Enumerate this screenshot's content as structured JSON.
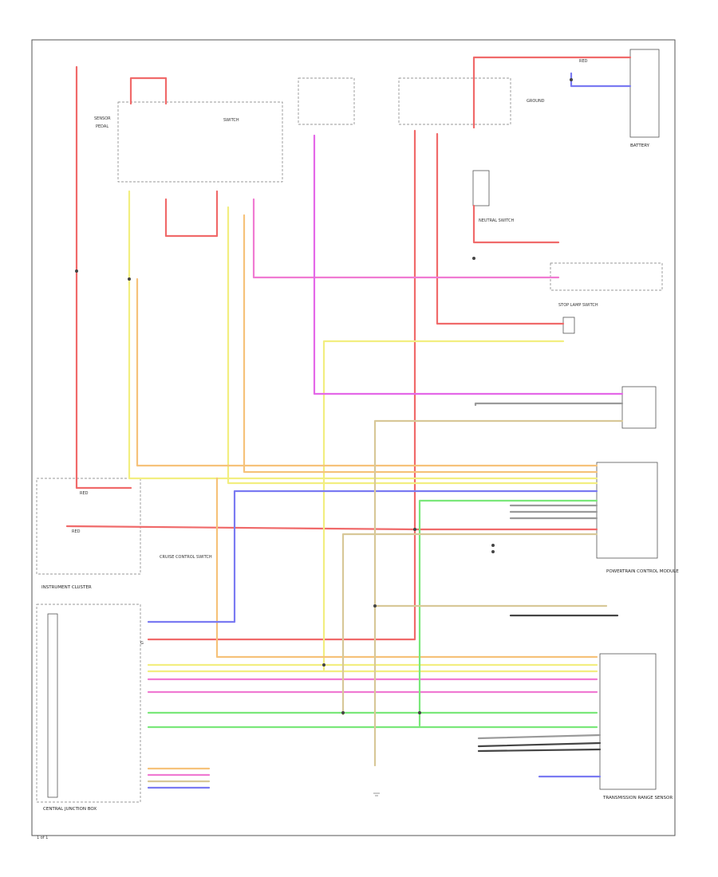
{
  "wire_colors": {
    "red": "#f06a6a",
    "red_light": "#f4a0a0",
    "yellow": "#f2ee80",
    "orange": "#f6c27a",
    "pink": "#f07ad2",
    "magenta": "#e468e8",
    "blue": "#7a7af2",
    "green": "#7ae87a",
    "tan": "#d8c898",
    "gray": "#9a9a9a",
    "dark": "#444444",
    "frame": "#555555"
  },
  "labels": {
    "red_wire": "RED",
    "sensor": "SENSOR",
    "switch": "SWITCH",
    "on_pedal": "PEDAL",
    "neutral_switch": "NEUTRAL SWITCH",
    "battery": "BATTERY",
    "ground": "GROUND",
    "g": "G",
    "cruise_control": "CRUISE CONTROL SWITCH",
    "instrument_cluster": "INSTRUMENT CLUSTER",
    "central_junction_box": "CENTRAL JUNCTION BOX",
    "power_train_control_module": "POWERTRAIN CONTROL MODULE",
    "transmission_range_sensor": "TRANSMISSION RANGE SENSOR",
    "stop_lamp_switch": "STOP LAMP SWITCH",
    "page_num": "1 of 1"
  }
}
